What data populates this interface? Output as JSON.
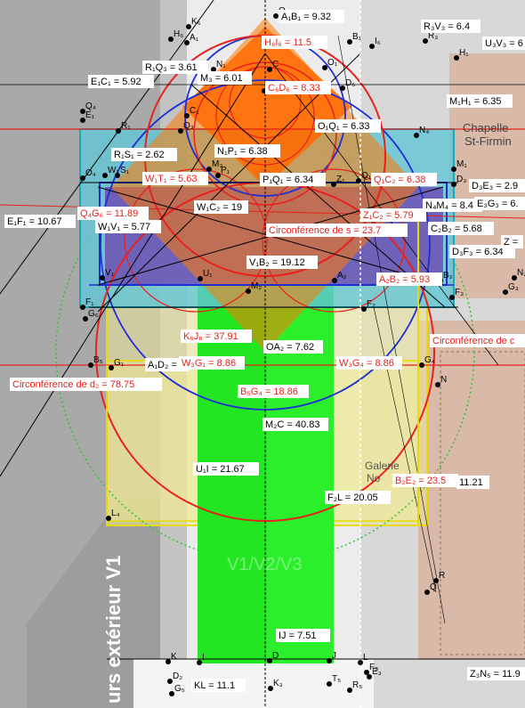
{
  "measures": {
    "a1b1": "A₁B₁ = 9.32",
    "h6i6": "H₆I₆ = 11.5",
    "r3v3": "R₃V₃ = 6.4",
    "u3v3": "U₃V₃ = 6",
    "r1q3": "R₁Q₃ = 3.61",
    "m3": "M₃ = 6.01",
    "c6d6": "C₆D₆ = 8.33",
    "e1c1": "E₁C₁ = 5.92",
    "m1h1": "M₁H₁ = 6.35",
    "o1q1": "O₁Q₁ = 6.33",
    "n1p1": "N₁P₁ = 6.38",
    "r1s1": "R₁S₁ = 2.62",
    "w1t1": "W₁T₁ = 5.63",
    "p1q1": "P₁Q₁ = 6.34",
    "q1c2": "Q₁C₂ = 6.38",
    "d3e3": "D₃E₃ = 2.9",
    "n4m4": "N₄M₄ = 8.4",
    "e3g3": "E₃G₃ = 6.",
    "e1f1": "E₁F₁ = 10.67",
    "q4g6": "Q₄G₆ = 11.89",
    "w1c2": "W₁C₂ = 19",
    "z1c2": "Z₁C₂ = 5.79",
    "w1v1": "W₁V₁ = 5.77",
    "circ_s": "Circonférence de s = 23.7",
    "c2b2": "C₂B₂ = 5.68",
    "d3f3": "D₃F₃ = 6.34",
    "z_eq": "Z =",
    "v1b2": "V₁B₂ = 19.12",
    "a2b2": "A₂B₂ = 5.93",
    "k6j6": "K₆J₆ = 37.91",
    "oa2": "OA₂ = 7.62",
    "circ_right": "Circonférence de c",
    "a1d2": "A₁D₂ = ",
    "w3g1": "W₃G₁ = 8.86",
    "w3g4": "W₃G₄ = 8.86",
    "circ_d2": "Circonférence de d₂ = 78.75",
    "b5g4": "B₅G₄ = 18.86",
    "m2c": "M₂C = 40.83",
    "u1i": "U₁I = 21.67",
    "b2e2": "B₂E₂ = 23.5",
    "val_1121": "11.21",
    "f2l": "F₂L = 20.05",
    "ij": "IJ = 7.51",
    "kl": "KL = 11.1",
    "z3n5": "Z₃N₅ = 11.9"
  },
  "map_labels": {
    "chapelle_1": "Chapelle",
    "chapelle_2": "St-Firmin",
    "galerie_1": "Galerie",
    "galerie_2": "No",
    "vertical_text": "urs extérieur V1",
    "v_text": "V1/V2/V3"
  },
  "points": {
    "O": "O",
    "K6": "K₆",
    "H6": "H₆",
    "A1": "A₁",
    "B1": "B₁",
    "I6": "I₆",
    "R3": "R₃",
    "N1": "N₁",
    "C": "C",
    "O1": "O₁",
    "D6": "D₆",
    "C6": "C₆",
    "H1": "H₁",
    "M1": "M₁",
    "Q4": "Q₄",
    "E1": "E₁",
    "R1": "R₁",
    "C1": "C₁",
    "Q3": "Q₃",
    "N4": "N₄",
    "O4": "O₄",
    "W1": "W₁",
    "S1": "S₁",
    "M3": "M₃",
    "P1": "P₁",
    "Q1": "Q₁",
    "Z1": "Z₁",
    "D3": "D₃",
    "V1": "V₁",
    "U1": "U₁",
    "M2": "M₂",
    "A2": "A₂",
    "B2": "B₂",
    "F1": "F₁",
    "G6": "G₆",
    "F2": "F₂",
    "F3": "F₃",
    "G3": "G₃",
    "N2": "N₂",
    "B5": "B₅",
    "G1": "G₁",
    "G4": "G₄",
    "N": "N",
    "L4": "L₄",
    "R": "R",
    "Q": "Q",
    "K": "K",
    "I": "I",
    "D": "D",
    "J": "J",
    "L": "L",
    "D2": "D₂",
    "G5": "G₅",
    "T5": "T₅",
    "R5": "R₅",
    "K3": "K₃",
    "E3": "E₃",
    "F3b": "F₃"
  },
  "colors": {
    "background": "#bdbdbd",
    "green": "#22e622",
    "orange": "#ff7a00",
    "cyan": "#63c6d6",
    "purple": "#6b3fb2",
    "yellow_fill": "#ece79a",
    "red": "#e8211c",
    "blue": "#1f2fd4",
    "building": "#d9b9a7"
  }
}
